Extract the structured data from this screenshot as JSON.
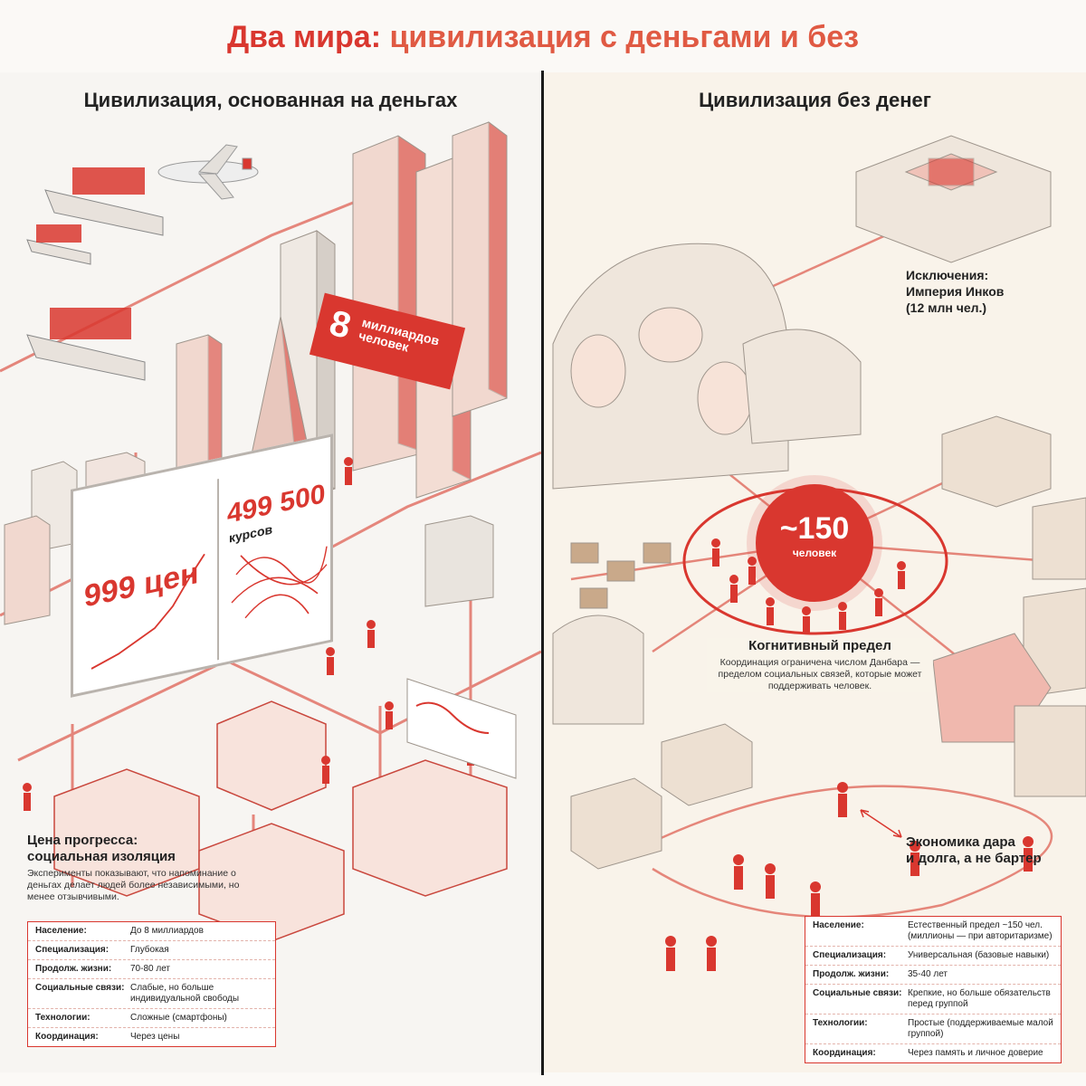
{
  "title": {
    "part1": "Два мира:",
    "part2": "цивилизация с деньгами и без"
  },
  "left": {
    "heading": "Цивилизация, основанная на деньгах",
    "sign": {
      "number": "8",
      "line1": "миллиардов",
      "line2": "человек"
    },
    "billboard": {
      "prices": "999 цен",
      "rates_number": "499 500",
      "rates_label": "курсов"
    },
    "note": {
      "heading": "Цена прогресса:\nсоциальная изоляция",
      "text": "Эксперименты показывают, что напоминание о деньгах делает людей более независимыми, но менее отзывчивыми."
    },
    "stats": [
      {
        "k": "Население:",
        "v": "До 8 миллиардов"
      },
      {
        "k": "Специализация:",
        "v": "Глубокая"
      },
      {
        "k": "Продолж. жизни:",
        "v": "70-80 лет"
      },
      {
        "k": "Социальные связи:",
        "v": "Слабые, но больше индивидуальной свободы"
      },
      {
        "k": "Технологии:",
        "v": "Сложные (смартфоны)"
      },
      {
        "k": "Координация:",
        "v": "Через цены"
      }
    ]
  },
  "right": {
    "heading": "Цивилизация без денег",
    "exception": "Исключения:\nИмперия Инков\n(12 млн чел.)",
    "circle": {
      "number": "~150",
      "label": "человек"
    },
    "cognitive": {
      "heading": "Когнитивный предел",
      "text": "Координация ограничена числом Данбара — пределом социальных связей, которые может поддерживать человек."
    },
    "gift": "Экономика дара\nи долга, а не бартер",
    "stats": [
      {
        "k": "Население:",
        "v": "Естественный предел ~150 чел. (миллионы — при авторитаризме)"
      },
      {
        "k": "Специализация:",
        "v": "Универсальная (базовые навыки)"
      },
      {
        "k": "Продолж. жизни:",
        "v": "35-40 лет"
      },
      {
        "k": "Социальные связи:",
        "v": "Крепкие, но больше обязательств перед группой"
      },
      {
        "k": "Технологии:",
        "v": "Простые (поддерживаемые малой группой)"
      },
      {
        "k": "Координация:",
        "v": "Через память и личное доверие"
      }
    ]
  },
  "colors": {
    "accent": "#d9372f",
    "accent_light": "#f0b8ae",
    "line": "#e06a5e"
  }
}
